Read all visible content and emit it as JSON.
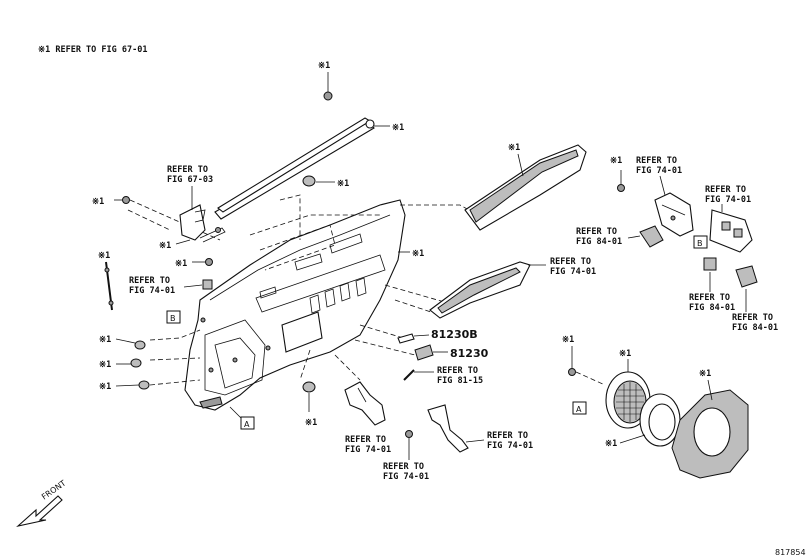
{
  "note": "※1 REFER TO FIG 67-01",
  "mark": "※1",
  "refs": {
    "fig6703": [
      "REFER TO",
      "FIG 67-03"
    ],
    "fig7401a": [
      "REFER TO",
      "FIG 74-01"
    ],
    "fig7401b": [
      "REFER TO",
      "FIG 74-01"
    ],
    "fig7401c": [
      "REFER TO",
      "FIG 74-01"
    ],
    "fig7401d": [
      "REFER TO",
      "FIG 74-01"
    ],
    "fig7401e": [
      "REFER TO",
      "FIG 74-01"
    ],
    "fig7401f": [
      "REFER TO",
      "FIG 74-01"
    ],
    "fig7401g": [
      "REFER TO",
      "FIG 74-01"
    ],
    "fig8401a": [
      "REFER TO",
      "FIG 84-01"
    ],
    "fig8401b": [
      "REFER TO",
      "FIG 84-01"
    ],
    "fig8401c": [
      "REFER TO",
      "FIG 84-01"
    ],
    "fig8115": [
      "REFER TO",
      "FIG 81-15"
    ]
  },
  "parts": {
    "p81230b": "81230B",
    "p81230": "81230"
  },
  "boxes": {
    "a": "A",
    "b": "B"
  },
  "front": "FRONT",
  "diagram_id": "817854"
}
